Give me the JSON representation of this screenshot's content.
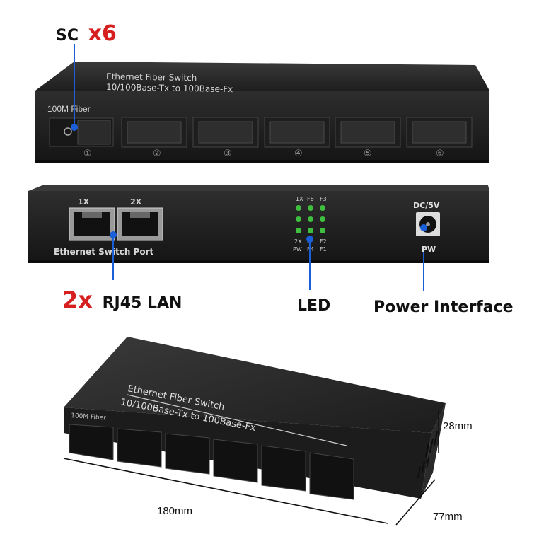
{
  "callouts": {
    "sc_label": "SC",
    "sc_count": "x6",
    "rj45_count": "2x",
    "rj45_label": "RJ45  LAN",
    "led_label": "LED",
    "power_label": "Power Interface"
  },
  "front_panel": {
    "top_text_line1": "Ethernet Fiber Switch",
    "top_text_line2": "10/100Base-Tx to 100Base-Fx",
    "fiber_label": "100M Fiber",
    "port_numbers": [
      "①",
      "②",
      "③",
      "④",
      "⑤",
      "⑥"
    ]
  },
  "back_panel": {
    "port_1x": "1X",
    "port_2x": "2X",
    "switch_port_label": "Ethernet Switch Port",
    "led_top": [
      "1X",
      "F6",
      "F3"
    ],
    "led_bottom_1": [
      "2X",
      "F5",
      "F2"
    ],
    "led_bottom_2": [
      "PW",
      "F4",
      "F1"
    ],
    "dc_label": "DC/5V",
    "pw_label": "PW"
  },
  "iso_view": {
    "top_text_line1": "Ethernet Fiber Switch",
    "top_text_line2": "10/100Base-Tx to 100Base-Fx",
    "fiber_label": "100M Fiber"
  },
  "dimensions": {
    "height": "28mm",
    "width": "180mm",
    "depth": "77mm"
  },
  "colors": {
    "casing": "#2a2a2a",
    "callout_blue": "#1a5fd8",
    "accent_red": "#d61f1f",
    "led_green": "#3fbf3f"
  }
}
